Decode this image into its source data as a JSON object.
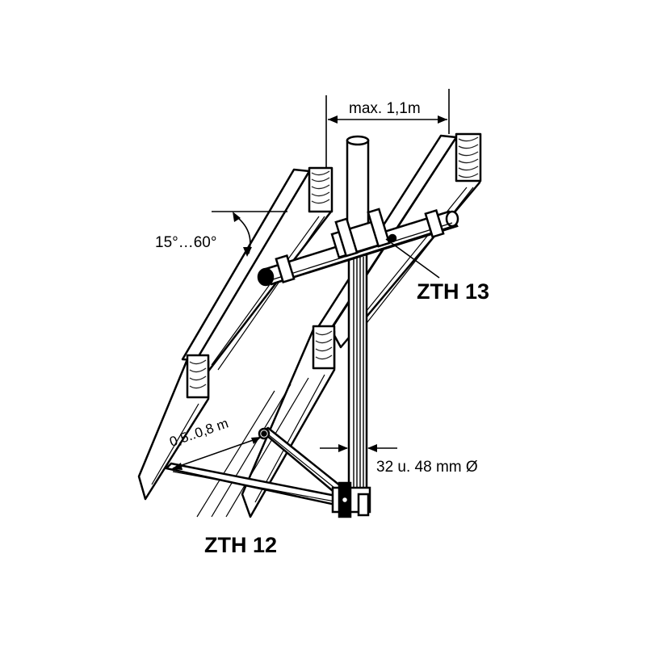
{
  "dimensions": {
    "max_span": "max. 1,1m",
    "angle_range": "15°…60°",
    "strut_length": "0,5..0,8 m",
    "mast_diameter": "32 u. 48 mm Ø"
  },
  "parts": {
    "upper_arm": "ZTH 13",
    "lower_strut": "ZTH 12"
  },
  "colors": {
    "ink": "#000000",
    "paper": "#ffffff",
    "wood_grain": "#222222"
  }
}
